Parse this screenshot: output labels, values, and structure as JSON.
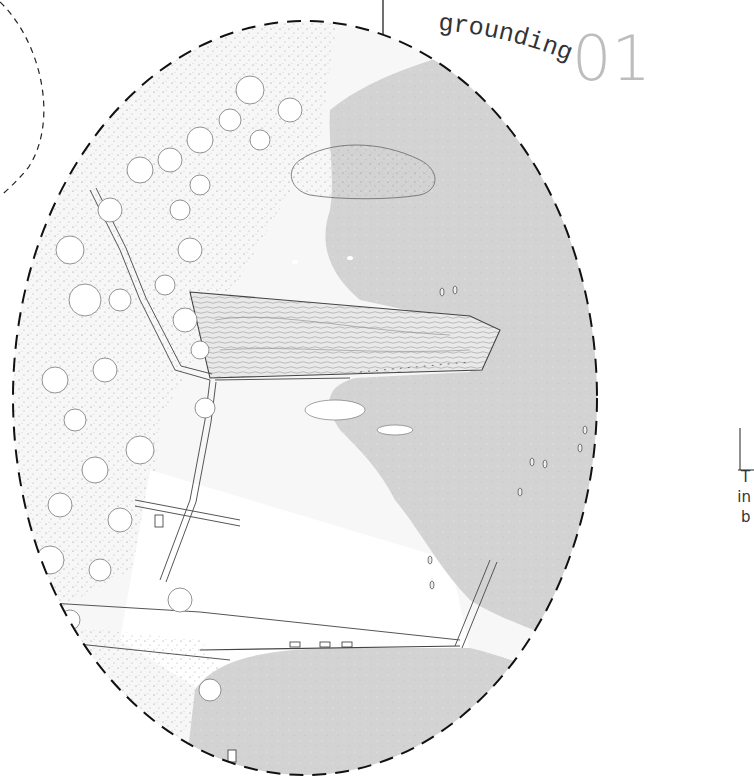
{
  "diagram": {
    "labels": [
      "grounding",
      "01",
      "T",
      "in",
      "b"
    ]
  }
}
